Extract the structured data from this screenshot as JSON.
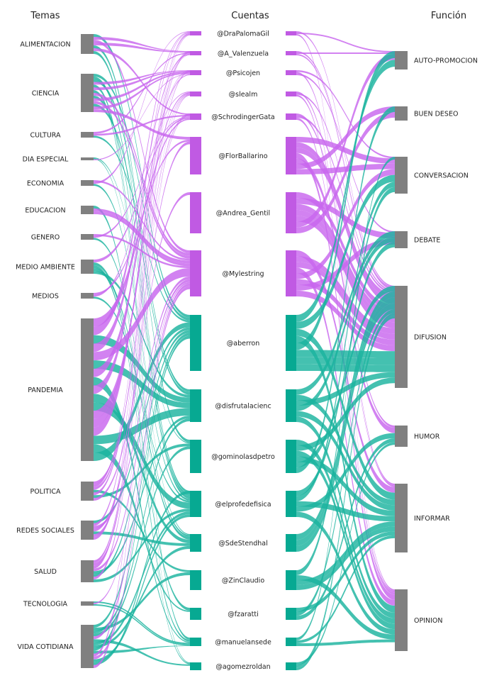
{
  "headers": {
    "left": "Temas",
    "middle": "Cuentas",
    "right": "Función"
  },
  "colors": {
    "purple_node": "#c05ae3",
    "teal_node": "#07a992",
    "purple_flow": "#c867ee",
    "teal_flow": "#1bb39f",
    "grey_node": "#808080"
  },
  "temas": [
    "ALIMENTACION",
    "CIENCIA",
    "CULTURA",
    "DIA ESPECIAL",
    "ECONOMIA",
    "EDUCACION",
    "GENERO",
    "MEDIO AMBIENTE",
    "MEDIOS",
    "PANDEMIA",
    "POLITICA",
    "REDES SOCIALES",
    "SALUD",
    "TECNOLOGIA",
    "VIDA COTIDIANA"
  ],
  "cuentas": [
    "@DraPalomaGil",
    "@A_Valenzuela",
    "@Psicojen",
    "@slealm",
    "@SchrodingerGata",
    "@FlorBallarino",
    "@Andrea_Gentil",
    "@Mylestring",
    "@aberron",
    "@disfrutalacienc",
    "@gominolasdpetro",
    "@elprofedefisica",
    "@SdeStendhal",
    "@ZinClaudio",
    "@fzaratti",
    "@manuelansede",
    "@agomezroldan"
  ],
  "cuenta_group": [
    "purple",
    "purple",
    "purple",
    "purple",
    "purple",
    "purple",
    "purple",
    "purple",
    "teal",
    "teal",
    "teal",
    "teal",
    "teal",
    "teal",
    "teal",
    "teal",
    "teal"
  ],
  "funciones": [
    "AUTO-PROMOCION",
    "BUEN DESEO",
    "CONVERSACION",
    "DEBATE",
    "DIFUSION",
    "HUMOR",
    "INFORMAR",
    "OPINION"
  ]
}
